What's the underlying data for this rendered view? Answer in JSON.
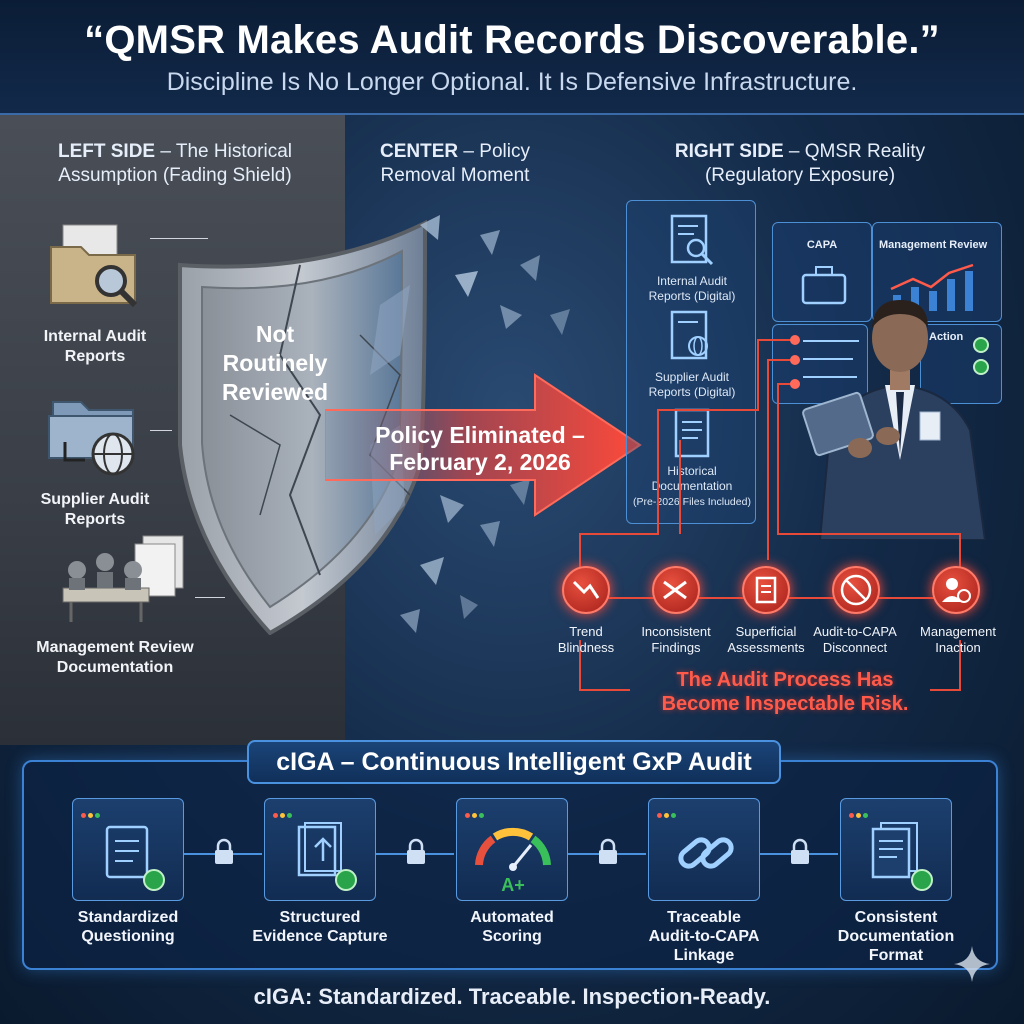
{
  "header": {
    "title": "“QMSR Makes Audit Records Discoverable.”",
    "subtitle": "Discipline Is No Longer Optional. It Is Defensive Infrastructure."
  },
  "left": {
    "head_bold": "LEFT SIDE",
    "head_rest": " – The Historical",
    "head_line2": "Assumption (Fading Shield)",
    "items": [
      {
        "label_1": "Internal Audit",
        "label_2": "Reports",
        "icon": "folder-search-icon"
      },
      {
        "label_1": "Supplier Audit",
        "label_2": "Reports",
        "icon": "folder-globe-icon"
      },
      {
        "label_1": "Management Review",
        "label_2": "Documentation",
        "icon": "meeting-icon"
      }
    ],
    "shield_text_1": "Not",
    "shield_text_2": "Routinely",
    "shield_text_3": "Reviewed"
  },
  "center": {
    "head_bold": "CENTER",
    "head_rest": " – Policy",
    "head_line2": "Removal Moment",
    "arrow_line1": "Policy Eliminated –",
    "arrow_line2": "February 2, 2026"
  },
  "right": {
    "head_bold": "RIGHT SIDE",
    "head_rest": " – QMSR Reality",
    "head_line2": "(Regulatory Exposure)",
    "docs": [
      {
        "line1": "Internal Audit",
        "line2": "Reports (Digital)",
        "line3": "",
        "icon": "document-search-icon"
      },
      {
        "line1": "Supplier Audit",
        "line2": "Reports (Digital)",
        "line3": "",
        "icon": "document-globe-icon"
      },
      {
        "line1": "Historical",
        "line2": "Documentation",
        "line3": "(Pre-2026 Files Included)",
        "icon": "document-icon"
      }
    ],
    "screen_capa": "CAPA",
    "screen_mgmt": "Management Review",
    "screen_action": "Action"
  },
  "risks": {
    "items": [
      {
        "line1": "Trend",
        "line2": "Blindness",
        "icon": "trend-down-icon"
      },
      {
        "line1": "Inconsistent",
        "line2": "Findings",
        "icon": "shuffle-icon"
      },
      {
        "line1": "Superficial",
        "line2": "Assessments",
        "icon": "clipboard-icon"
      },
      {
        "line1": "Audit-to-CAPA",
        "line2": "Disconnect",
        "icon": "broken-link-icon"
      },
      {
        "line1": "Management",
        "line2": "Inaction",
        "icon": "person-blocked-icon"
      }
    ],
    "caption_1": "The Audit Process Has",
    "caption_2": "Become Inspectable Risk."
  },
  "ciga": {
    "title": "cIGA – Continuous Intelligent GxP Audit",
    "cards": [
      {
        "line1": "Standardized",
        "line2": "Questioning",
        "line3": "",
        "icon": "checklist-icon"
      },
      {
        "line1": "Structured",
        "line2": "Evidence Capture",
        "line3": "",
        "icon": "upload-document-icon"
      },
      {
        "line1": "Automated",
        "line2": "Scoring",
        "line3": "",
        "icon": "gauge-icon",
        "gauge_grade": "A+"
      },
      {
        "line1": "Traceable",
        "line2": "Audit-to-CAPA",
        "line3": "Linkage",
        "icon": "chain-link-icon"
      },
      {
        "line1": "Consistent",
        "line2": "Documentation",
        "line3": "Format",
        "icon": "documents-icon"
      }
    ]
  },
  "footer": "cIGA: Standardized. Traceable. Inspection-Ready.",
  "colors": {
    "accent_blue": "#3b82d4",
    "risk_red": "#e8503e",
    "check_green": "#2aa44a"
  }
}
